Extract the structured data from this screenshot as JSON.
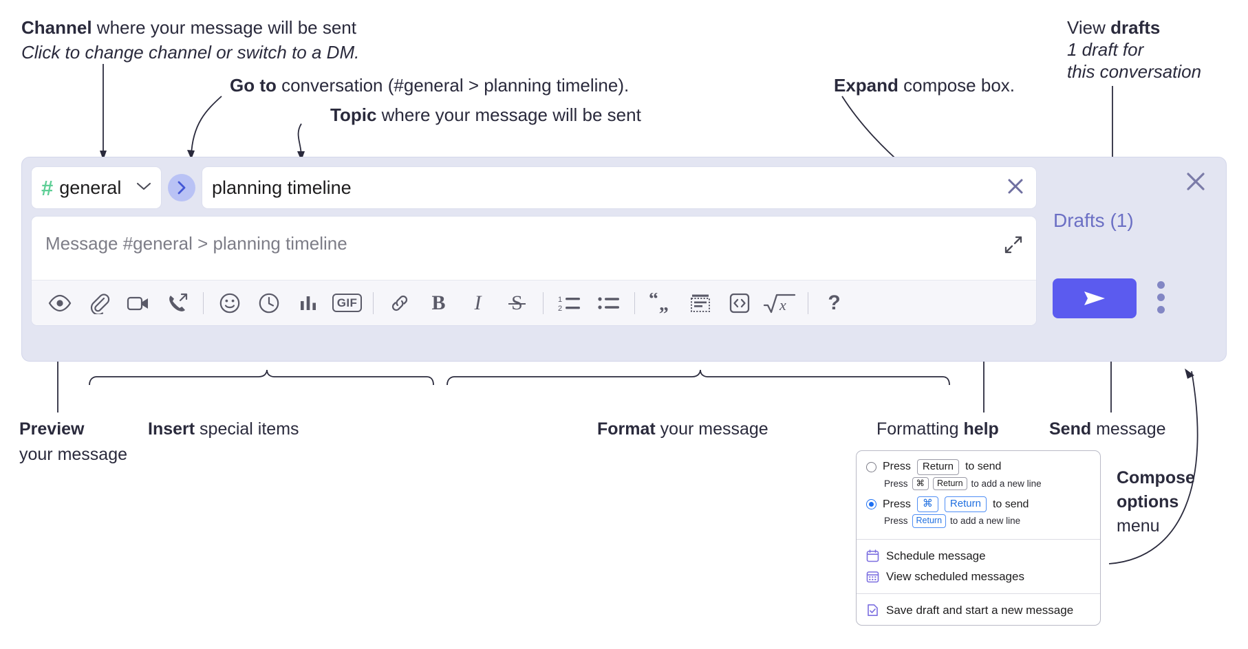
{
  "annotations": {
    "channel": {
      "bold": "Channel",
      "rest": " where your message will be sent",
      "italic": "Click to change channel or switch to a DM."
    },
    "goto": {
      "bold": "Go to",
      "rest": " conversation (#general > planning timeline)."
    },
    "topic": {
      "bold": "Topic",
      "rest": " where your message will be sent"
    },
    "expand": {
      "bold": "Expand",
      "rest": " compose box."
    },
    "drafts": {
      "lead": "View ",
      "bold": "drafts",
      "italic1": "1 draft for",
      "italic2": "this conversation"
    },
    "preview": {
      "bold": "Preview",
      "rest": "your message"
    },
    "insert": {
      "bold": "Insert",
      "rest": " special items"
    },
    "format": {
      "bold": "Format",
      "rest": " your message"
    },
    "help": {
      "lead": "Formatting ",
      "bold": "help"
    },
    "send": {
      "bold": "Send",
      "rest": " message"
    },
    "compose_options": {
      "bold1": "Compose",
      "bold2": "options",
      "rest": "menu"
    }
  },
  "compose": {
    "channel_name": "general",
    "hash_icon": "hash-icon",
    "chevron_icon": "chevron-down-icon",
    "goto_icon": "chevron-right-icon",
    "topic_value": "planning timeline",
    "topic_clear_icon": "close-icon",
    "message_placeholder": "Message #general > planning timeline",
    "expand_icon": "expand-icon",
    "drafts_label": "Drafts (1)",
    "close_icon": "close-icon",
    "send_icon": "send-icon",
    "kebab_icon": "more-options-icon",
    "toolbar": [
      {
        "name": "preview-button",
        "icon": "eye-icon",
        "label": ""
      },
      {
        "name": "attach-button",
        "icon": "paperclip-icon",
        "label": ""
      },
      {
        "name": "video-button",
        "icon": "video-camera-icon",
        "label": ""
      },
      {
        "name": "call-button",
        "icon": "phone-outgoing-icon",
        "label": ""
      },
      {
        "name": "emoji-button",
        "icon": "smiley-icon",
        "label": ""
      },
      {
        "name": "reminder-button",
        "icon": "clock-icon",
        "label": ""
      },
      {
        "name": "poll-button",
        "icon": "bar-chart-icon",
        "label": ""
      },
      {
        "name": "gif-button",
        "icon": "gif-icon",
        "label": "GIF"
      },
      {
        "name": "link-button",
        "icon": "link-icon",
        "label": ""
      },
      {
        "name": "bold-button",
        "icon": "bold-icon",
        "label": "B"
      },
      {
        "name": "italic-button",
        "icon": "italic-icon",
        "label": "I"
      },
      {
        "name": "strikethrough-button",
        "icon": "strikethrough-icon",
        "label": "S"
      },
      {
        "name": "ordered-list-button",
        "icon": "ordered-list-icon",
        "label": ""
      },
      {
        "name": "bulleted-list-button",
        "icon": "bulleted-list-icon",
        "label": ""
      },
      {
        "name": "blockquote-button",
        "icon": "quote-icon",
        "label": ""
      },
      {
        "name": "code-block-button",
        "icon": "code-block-icon",
        "label": ""
      },
      {
        "name": "inline-code-button",
        "icon": "code-brackets-icon",
        "label": ""
      },
      {
        "name": "math-button",
        "icon": "math-icon",
        "label": "x"
      },
      {
        "name": "formatting-help-button",
        "icon": "question-mark-icon",
        "label": "?"
      }
    ]
  },
  "menu": {
    "option1": {
      "pre": "Press ",
      "key": "Return",
      "post": " to send",
      "sub_pre": "Press ",
      "sub_key1": "⌘",
      "sub_key2": "Return",
      "sub_post": " to add a new line",
      "selected": false
    },
    "option2": {
      "pre": "Press ",
      "key1": "⌘",
      "key2": "Return",
      "post": " to send",
      "sub_pre": "Press ",
      "sub_key": "Return",
      "sub_post": " to add a new line",
      "selected": true
    },
    "items": [
      {
        "label": "Schedule message",
        "icon": "calendar-icon"
      },
      {
        "label": "View scheduled messages",
        "icon": "calendar-grid-icon"
      },
      {
        "label": "Save draft and start a new message",
        "icon": "document-check-icon"
      }
    ]
  },
  "colors": {
    "compose_bg": "#e3e5f2",
    "send_button": "#5b5bef",
    "hash_green": "#5fcf96",
    "goto_pill": "#b9c2f5",
    "drafts_text": "#6b6fc4",
    "key_blue": "#1f6fe0"
  }
}
